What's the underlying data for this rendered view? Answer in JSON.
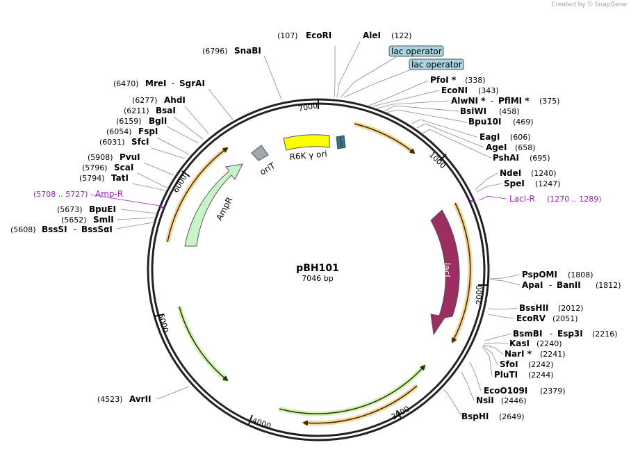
{
  "credit": {
    "prefix": "Created by",
    "brand": "SnapGene"
  },
  "plasmid": {
    "name": "pBH101",
    "size_label": "7046 bp"
  },
  "ticks": [
    "1000",
    "2000",
    "3000",
    "4000",
    "5000",
    "6000",
    "7000"
  ],
  "features": [
    {
      "id": "ampr",
      "label": "AmpR",
      "color": "#c8f5c8",
      "stroke": "#555555"
    },
    {
      "id": "orit",
      "label": "oriT",
      "color": "#a3a8ad",
      "stroke": "#555555"
    },
    {
      "id": "r6k",
      "label": "R6K γ ori",
      "color": "#ffff00",
      "stroke": "#555555"
    },
    {
      "id": "laci",
      "label": "lacI",
      "color": "#9b2d61",
      "stroke": "#555555"
    },
    {
      "id": "lacop1",
      "label": "lac operator",
      "color": "#a9d4e0"
    },
    {
      "id": "lacop2",
      "label": "lac operator",
      "color": "#a9d4e0"
    }
  ],
  "primers": [
    {
      "id": "ampr-primer",
      "label": "Amp-R",
      "range": "(5708 .. 5727)",
      "color": "#a020c0"
    },
    {
      "id": "laci-primer",
      "label": "LacI-R",
      "range": "(1270 .. 1289)",
      "color": "#a020c0"
    }
  ],
  "sites_left": [
    {
      "pos": "(6796)",
      "name": "SnaBI"
    },
    {
      "pos": "(6470)",
      "name": "MreI",
      "name2": "SgrAI"
    },
    {
      "pos": "(6277)",
      "name": "AhdI"
    },
    {
      "pos": "(6211)",
      "name": "BsaI"
    },
    {
      "pos": "(6159)",
      "name": "BglI"
    },
    {
      "pos": "(6054)",
      "name": "FspI"
    },
    {
      "pos": "(6031)",
      "name": "SfcI"
    },
    {
      "pos": "(5908)",
      "name": "PvuI"
    },
    {
      "pos": "(5796)",
      "name": "ScaI"
    },
    {
      "pos": "(5794)",
      "name": "TatI"
    },
    {
      "pos": "(5673)",
      "name": "BpuEI"
    },
    {
      "pos": "(5652)",
      "name": "SmlI"
    },
    {
      "pos": "(5608)",
      "name": "BssSI",
      "name2": "BssSαI"
    },
    {
      "pos": "(4523)",
      "name": "AvrII"
    }
  ],
  "sites_top": [
    {
      "pos": "(107)",
      "name": "EcoRI"
    },
    {
      "pos": "(122)",
      "name": "AleI"
    }
  ],
  "sites_right": [
    {
      "pos": "(338)",
      "name": "PfoI *"
    },
    {
      "pos": "(343)",
      "name": "EcoNI"
    },
    {
      "pos": "(375)",
      "name": "AlwNI *",
      "name2": "PflMI *"
    },
    {
      "pos": "(458)",
      "name": "BsiWI"
    },
    {
      "pos": "(469)",
      "name": "Bpu10I"
    },
    {
      "pos": "(606)",
      "name": "EagI"
    },
    {
      "pos": "(658)",
      "name": "AgeI"
    },
    {
      "pos": "(695)",
      "name": "PshAI"
    },
    {
      "pos": "(1240)",
      "name": "NdeI"
    },
    {
      "pos": "(1247)",
      "name": "SpeI"
    },
    {
      "pos": "(1808)",
      "name": "PspOMI"
    },
    {
      "pos": "(1812)",
      "name": "ApaI",
      "name2": "BanII"
    },
    {
      "pos": "(2012)",
      "name": "BssHII"
    },
    {
      "pos": "(2051)",
      "name": "EcoRV"
    },
    {
      "pos": "(2216)",
      "name": "BsmBI",
      "name2": "Esp3I"
    },
    {
      "pos": "(2240)",
      "name": "KasI"
    },
    {
      "pos": "(2241)",
      "name": "NarI *"
    },
    {
      "pos": "(2242)",
      "name": "SfoI"
    },
    {
      "pos": "(2244)",
      "name": "PluTI"
    },
    {
      "pos": "(2379)",
      "name": "EcoO109I"
    },
    {
      "pos": "(2446)",
      "name": "NsiI"
    },
    {
      "pos": "(2649)",
      "name": "BspHI"
    }
  ]
}
